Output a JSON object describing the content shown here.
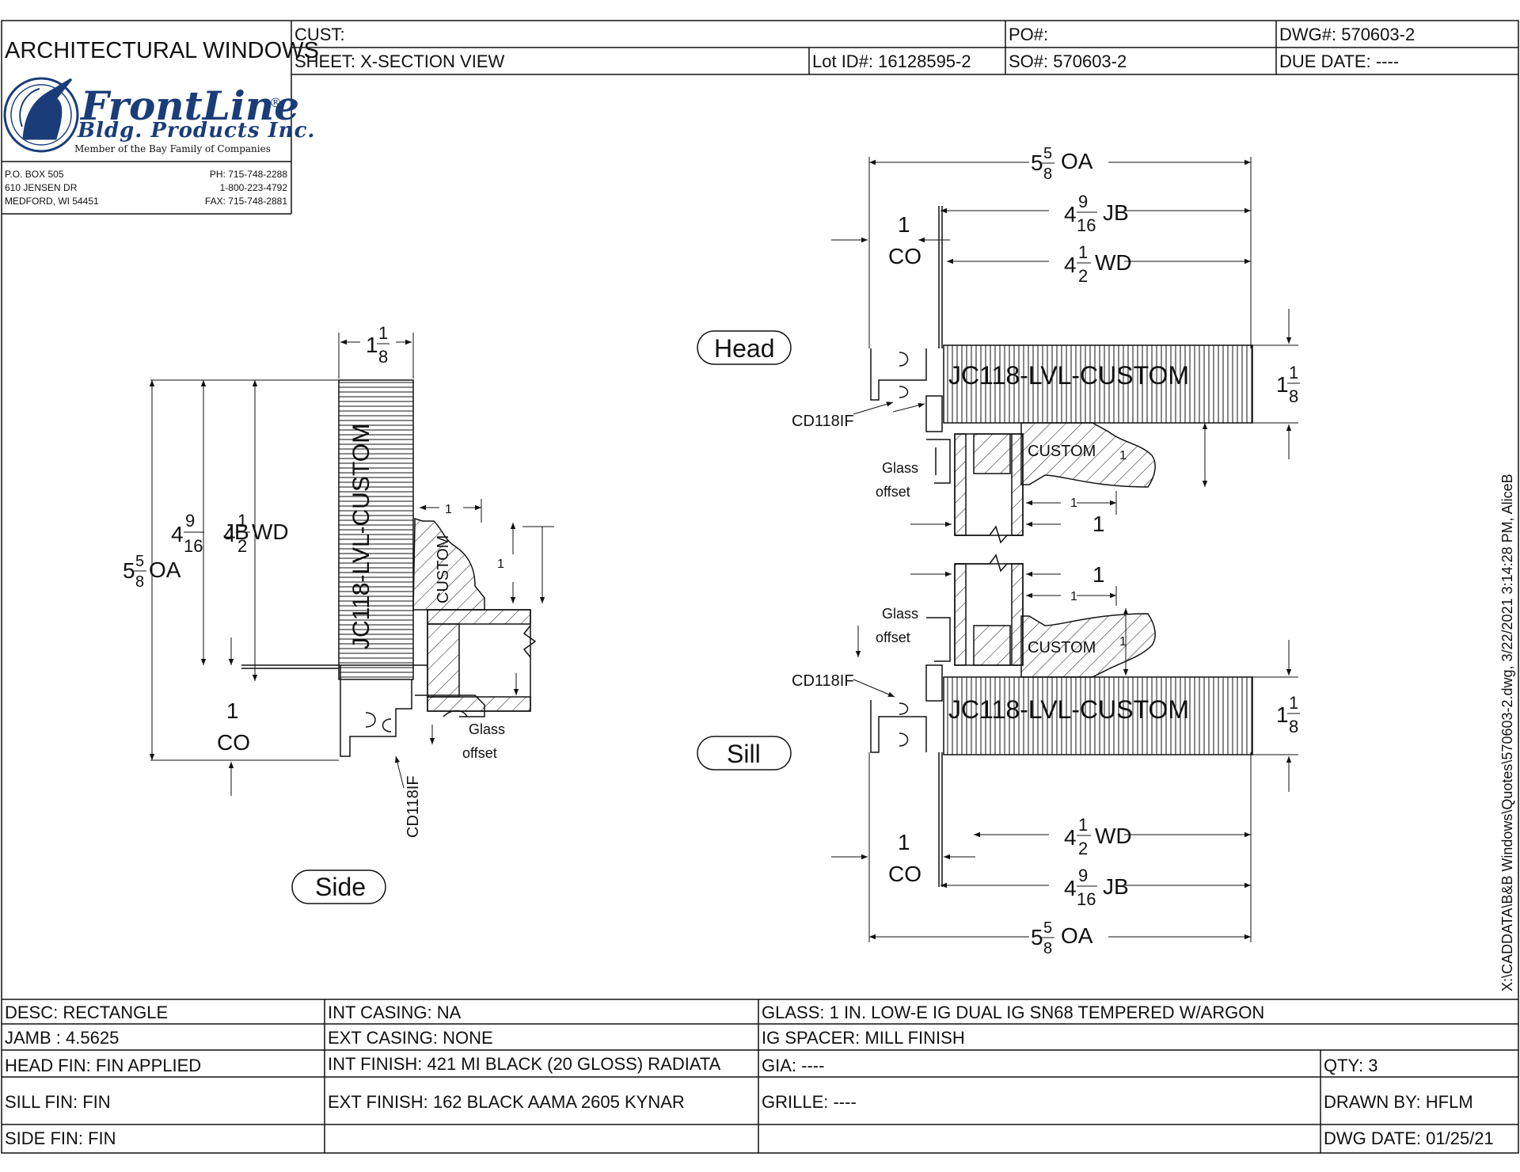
{
  "header": {
    "company": "ARCHITECTURAL WINDOWS",
    "cust": "CUST:",
    "po": "PO#:",
    "dwg": "DWG#: 570603-2",
    "sheet": "SHEET: X-SECTION VIEW",
    "lot": "Lot ID#: 16128595-2",
    "so": "SO#: 570603-2",
    "due": "DUE DATE: ----"
  },
  "logo": {
    "name": "FrontLine",
    "reg": "®",
    "sub": "Bldg. Products Inc.",
    "member": "Member of the Bay Family of Companies"
  },
  "address": {
    "line1": "P.O. BOX 505",
    "line2": "610 JENSEN DR",
    "line3": "MEDFORD, WI 54451",
    "ph": "PH: 715-748-2288",
    "tollfree": "1-800-223-4792",
    "fax": "FAX: 715-748-2881"
  },
  "views": {
    "side": "Side",
    "head": "Head",
    "sill": "Sill"
  },
  "labels": {
    "part_lvl": "JC118-LVL-CUSTOM",
    "custom": "CUSTOM",
    "cd": "CD118IF",
    "glass": "Glass",
    "offset": "offset",
    "oa": "OA",
    "jb": "JB",
    "wd": "WD",
    "co": "CO",
    "one": "1"
  },
  "side_path": "X:\\CADDATA\\B&B Windows\\Quotes\\570603-2.dwg, 3/22/2021 3:14:28 PM, AliceB",
  "footer": {
    "desc": "DESC: RECTANGLE",
    "int_casing": "INT CASING: NA",
    "glass": "GLASS: 1 IN. LOW-E IG DUAL IG SN68 TEMPERED W/ARGON",
    "jamb": "JAMB : 4.5625",
    "ext_casing": "EXT CASING: NONE",
    "ig_spacer": "IG SPACER: MILL FINISH",
    "head_fin": "HEAD FIN: FIN APPLIED",
    "int_finish": "INT FINISH: 421 MI BLACK (20 GLOSS) RADIATA",
    "gia": "GIA: ----",
    "qty": "QTY: 3",
    "sill_fin": "SILL FIN: FIN",
    "ext_finish": "EXT FINISH: 162 BLACK AAMA 2605 KYNAR",
    "grille": "GRILLE: ----",
    "drawn_by": "DRAWN BY: HFLM",
    "side_fin": "SIDE FIN: FIN",
    "dwg_date": "DWG DATE: 01/25/21"
  }
}
